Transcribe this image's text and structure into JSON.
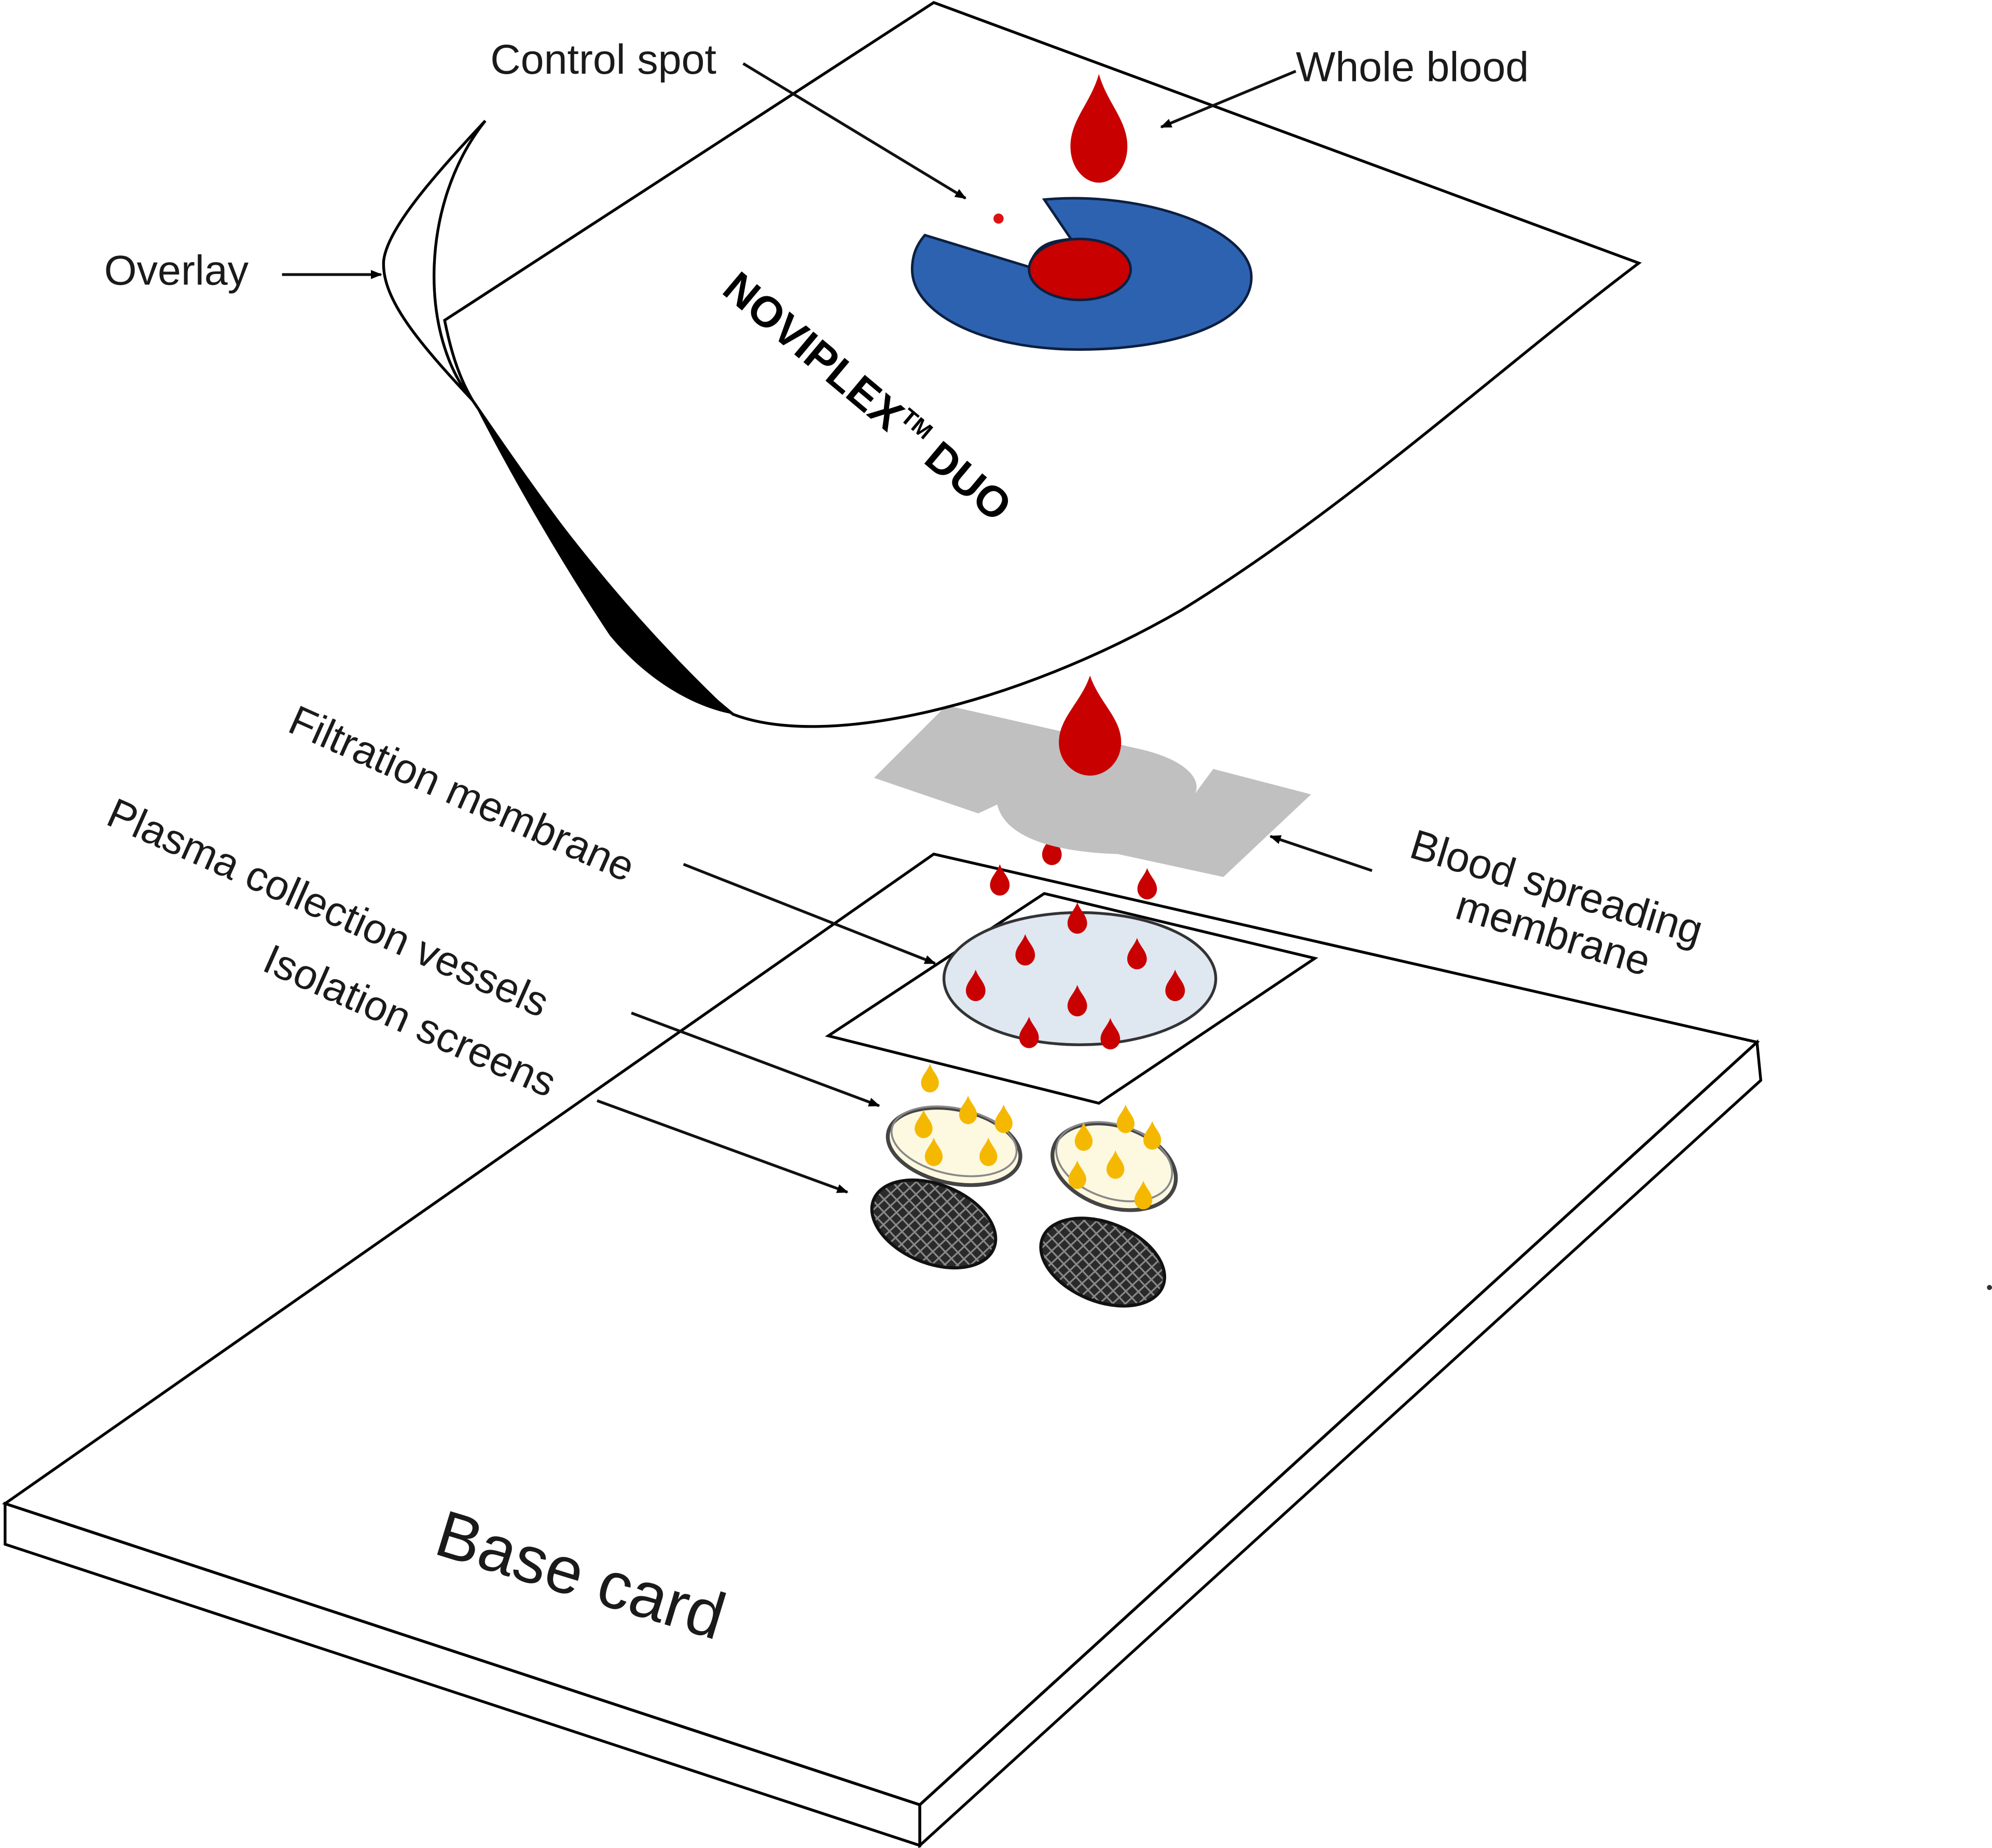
{
  "figure": {
    "brand": {
      "name": "NOVIPLEX",
      "trademark": "TM",
      "model": "DUO"
    },
    "labels": {
      "control_spot": "Control spot",
      "whole_blood": "Whole blood",
      "overlay": "Overlay",
      "filtration_membrane": "Filtration membrane",
      "plasma_collection_vessels": "Plasma collection vessels",
      "isolation_screens": "Isolation screens",
      "blood_spreading_membrane_line1": "Blood spreading",
      "blood_spreading_membrane_line2": "membrane",
      "base_card": "Base card"
    },
    "colors": {
      "blood_red": "#c80000",
      "ring_blue": "#2d62b0",
      "spreading_membrane_gray": "#c0c0c0",
      "filtration_fill": "#dfe7f1",
      "plasma_yellow": "#f5b800",
      "vessel_fill": "#fdf8e0",
      "screen_dark": "#2a2a2a",
      "card_edge_gray": "#c8c8c8"
    },
    "layers": [
      "Overlay",
      "Blood spreading membrane",
      "Filtration membrane",
      "Plasma collection vessels",
      "Isolation screens",
      "Base card"
    ]
  }
}
